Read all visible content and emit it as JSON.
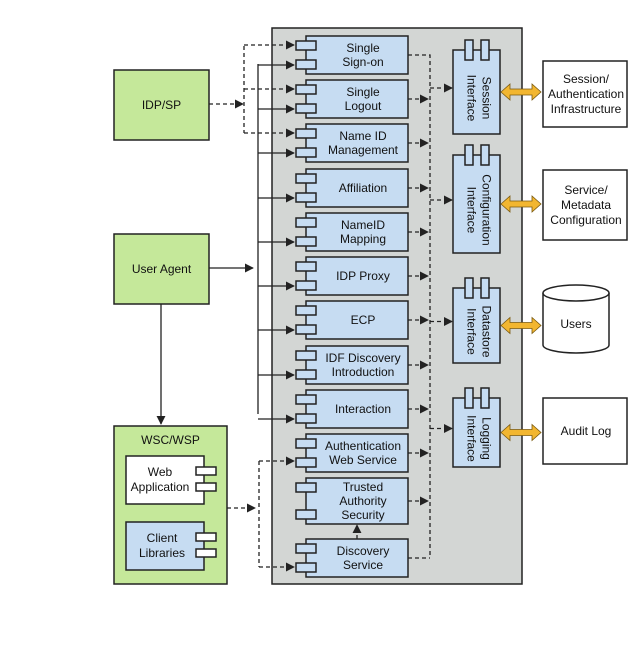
{
  "external_left": {
    "idp_sp": "IDP/SP",
    "user_agent": "User Agent",
    "wsc_wsp": {
      "title": "WSC/WSP",
      "web_application": [
        "Web",
        "Application"
      ],
      "client_libraries": [
        "Client",
        "Libraries"
      ]
    }
  },
  "modules": [
    {
      "lines": [
        "Single",
        "Sign-on"
      ]
    },
    {
      "lines": [
        "Single",
        "Logout"
      ]
    },
    {
      "lines": [
        "Name ID",
        "Management"
      ]
    },
    {
      "lines": [
        "Affiliation"
      ]
    },
    {
      "lines": [
        "NameID",
        "Mapping"
      ]
    },
    {
      "lines": [
        "IDP Proxy"
      ]
    },
    {
      "lines": [
        "ECP"
      ]
    },
    {
      "lines": [
        "IDF Discovery",
        "Introduction"
      ]
    },
    {
      "lines": [
        "Interaction"
      ]
    },
    {
      "lines": [
        "Authentication",
        "Web Service"
      ]
    },
    {
      "lines": [
        "Trusted",
        "Authority",
        "Security"
      ]
    },
    {
      "lines": [
        "Discovery",
        "Service"
      ]
    }
  ],
  "interfaces": [
    {
      "lines": [
        "Session",
        "Interface"
      ]
    },
    {
      "lines": [
        "Configuration",
        "Interface"
      ]
    },
    {
      "lines": [
        "Datastore",
        "Interface"
      ]
    },
    {
      "lines": [
        "Logging",
        "Interface"
      ]
    }
  ],
  "external_right": [
    {
      "lines": [
        "Session/",
        "Authentication",
        "Infrastructure"
      ],
      "shape": "box"
    },
    {
      "lines": [
        "Service/",
        "Metadata",
        "Configuration"
      ],
      "shape": "box"
    },
    {
      "lines": [
        "Users"
      ],
      "shape": "cylinder"
    },
    {
      "lines": [
        "Audit Log"
      ],
      "shape": "box"
    }
  ],
  "colors": {
    "green": "#c5e89a",
    "blue": "#c6dcf2",
    "panel": "#d3d6d4",
    "bidi_arrow": "#f2b630"
  }
}
